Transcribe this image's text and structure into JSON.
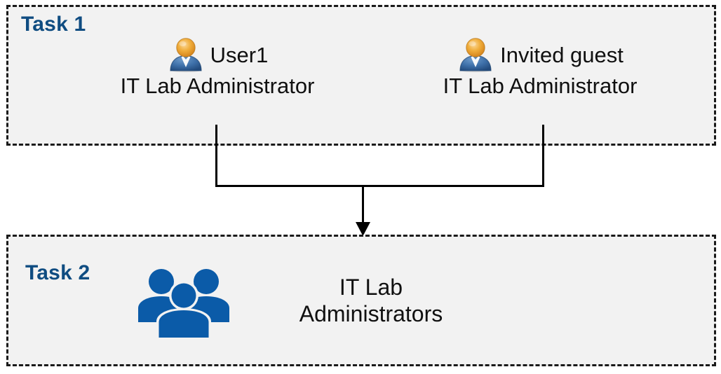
{
  "diagram": {
    "title_implied": "Task flow: users assigned to a group",
    "background_color": "#FFFFFF",
    "box_fill_color": "#F2F2F2",
    "box_border_color": "#1A1A1A",
    "accent_color": "#0F4C81",
    "icon_blue": "#0B5BA8",
    "connector_color": "#000000"
  },
  "task1": {
    "label": "Task 1",
    "actors": [
      {
        "icon": "user-person-icon",
        "name": "User1",
        "role": "IT Lab Administrator"
      },
      {
        "icon": "user-person-icon",
        "name": "Invited guest",
        "role": "IT Lab Administrator"
      }
    ]
  },
  "task2": {
    "label": "Task 2",
    "group": {
      "icon": "user-group-icon",
      "name_line1": "IT Lab",
      "name_line2": "Administrators"
    }
  },
  "connector": {
    "type": "merge-arrow",
    "description": "Two vertical lines from Task 1 actors merge into a horizontal bar, then a single arrow points down into Task 2",
    "arrow_direction": "down"
  }
}
